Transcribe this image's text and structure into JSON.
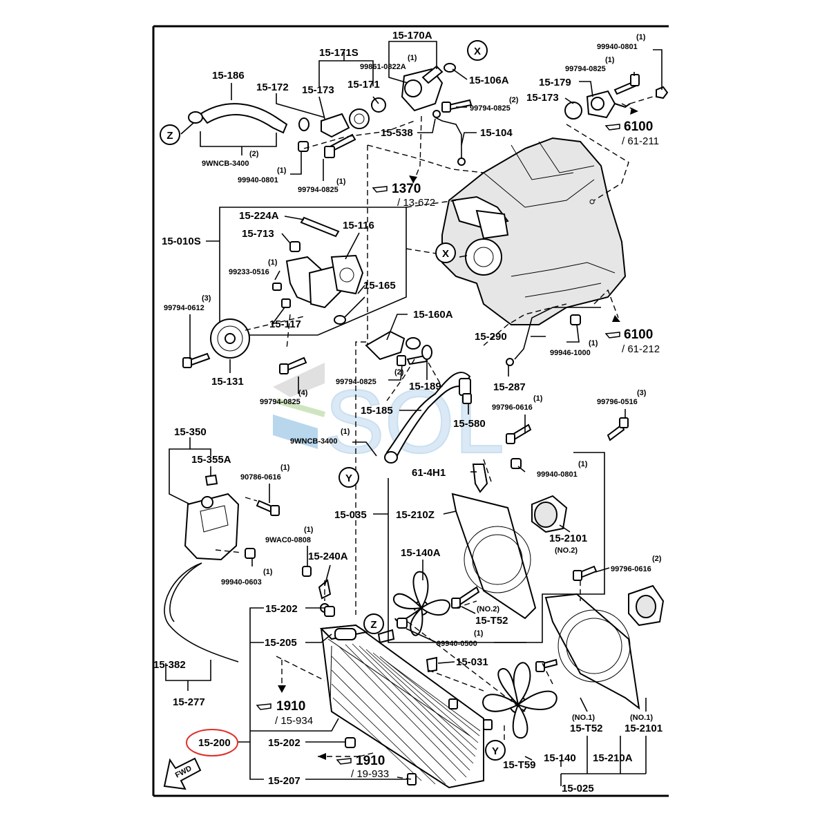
{
  "parts": {
    "p15_170A": "15-170A",
    "p15_171S": "15-171S",
    "p99861": "99861-0822A",
    "p15_106A": "15-106A",
    "p15_186": "15-186",
    "p15_172": "15-172",
    "p15_173a": "15-173",
    "p15_171": "15-171",
    "p99794_0825a": "99794-0825",
    "p15_538": "15-538",
    "p15_104": "15-104",
    "p9WNCB_a": "9WNCB-3400",
    "p99940_0801a": "99940-0801",
    "p99794_0825b": "99794-0825",
    "p99940_0801b": "99940-0801",
    "p99794_0825c": "99794-0825",
    "p15_179": "15-179",
    "p15_173b": "15-173",
    "p15_224A": "15-224A",
    "p15_116": "15-116",
    "p15_713": "15-713",
    "p15_010S": "15-010S",
    "p99233": "99233-0516",
    "p15_165": "15-165",
    "p99794_0612": "99794-0612",
    "p15_117": "15-117",
    "p15_131": "15-131",
    "p15_160A": "15-160A",
    "p15_290": "15-290",
    "p99946": "99946-1000",
    "p99794_0825d": "99794-0825",
    "p15_189": "15-189",
    "p15_287": "15-287",
    "p99794_0825e": "99794-0825",
    "p15_185": "15-185",
    "p99796_0616a": "99796-0616",
    "p15_580": "15-580",
    "p99796_0516": "99796-0516",
    "p9WNCB_b": "9WNCB-3400",
    "p15_350": "15-350",
    "p15_355A": "15-355A",
    "p90786": "90786-0616",
    "p61_4H1": "61-4H1",
    "p99940_0801c": "99940-0801",
    "p15_035": "15-035",
    "p15_210Z": "15-210Z",
    "p15_2101a": "15-2101",
    "p9WAC0": "9WAC0-0808",
    "p15_240A": "15-240A",
    "p15_140A": "15-140A",
    "p99940_0603": "99940-0603",
    "p99796_0616b": "99796-0616",
    "p15_202a": "15-202",
    "p15_T52a": "15-T52",
    "p15_205": "15-205",
    "p99940_0500": "99940-0500",
    "p15_382": "15-382",
    "p15_031": "15-031",
    "p15_277": "15-277",
    "p15_T52b": "15-T52",
    "p15_2101b": "15-2101",
    "p15_200": "15-200",
    "p15_202b": "15-202",
    "p15_T59": "15-T59",
    "p15_140": "15-140",
    "p15_210A": "15-210A",
    "p15_207": "15-207",
    "p15_025": "15-025"
  },
  "qty": {
    "one": "(1)",
    "two": "(2)",
    "three": "(3)",
    "four": "(4)"
  },
  "notes": {
    "no1": "(NO.1)",
    "no2": "(NO.2)"
  },
  "refs": {
    "r6100a_num": "6100",
    "r6100a_sub": "/ 61-211",
    "r1370_num": "1370",
    "r1370_sub": "/ 13-672",
    "r6100b_num": "6100",
    "r6100b_sub": "/ 61-212",
    "r1910a_num": "1910",
    "r1910a_sub": "/ 15-934",
    "r1910b_num": "1910",
    "r1910b_sub": "/ 19-933"
  },
  "markers": {
    "x": "X",
    "y": "Y",
    "z": "Z"
  },
  "fwd": "FWD",
  "watermark": "SOL",
  "colors": {
    "highlight": "#e0302a",
    "watermark": "#bcd8ee"
  }
}
